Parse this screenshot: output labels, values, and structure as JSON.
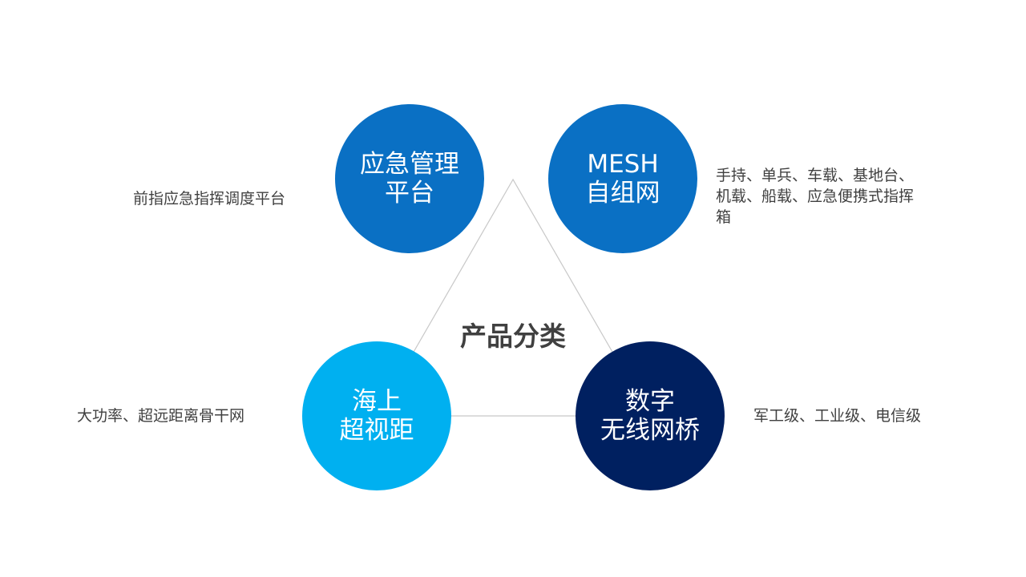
{
  "title": "产品分类",
  "colors": {
    "node_top_left": "#0a70c4",
    "node_top_right": "#0a70c4",
    "node_bottom_left": "#00b0f0",
    "node_bottom_right": "#002060",
    "triangle_line": "#c8c8c8",
    "text": "#404040"
  },
  "nodes": {
    "top_left": {
      "line1": "应急管理",
      "line2": "平台",
      "description": "前指应急指挥调度平台"
    },
    "top_right": {
      "line1": "MESH",
      "line2": "自组网",
      "description": "手持、单兵、车载、基地台、机载、船载、应急便携式指挥箱"
    },
    "bottom_left": {
      "line1": "海上",
      "line2": "超视距",
      "description": "大功率、超远距离骨干网"
    },
    "bottom_right": {
      "line1": "数字",
      "line2": "无线网桥",
      "description": "军工级、工业级、电信级"
    }
  }
}
